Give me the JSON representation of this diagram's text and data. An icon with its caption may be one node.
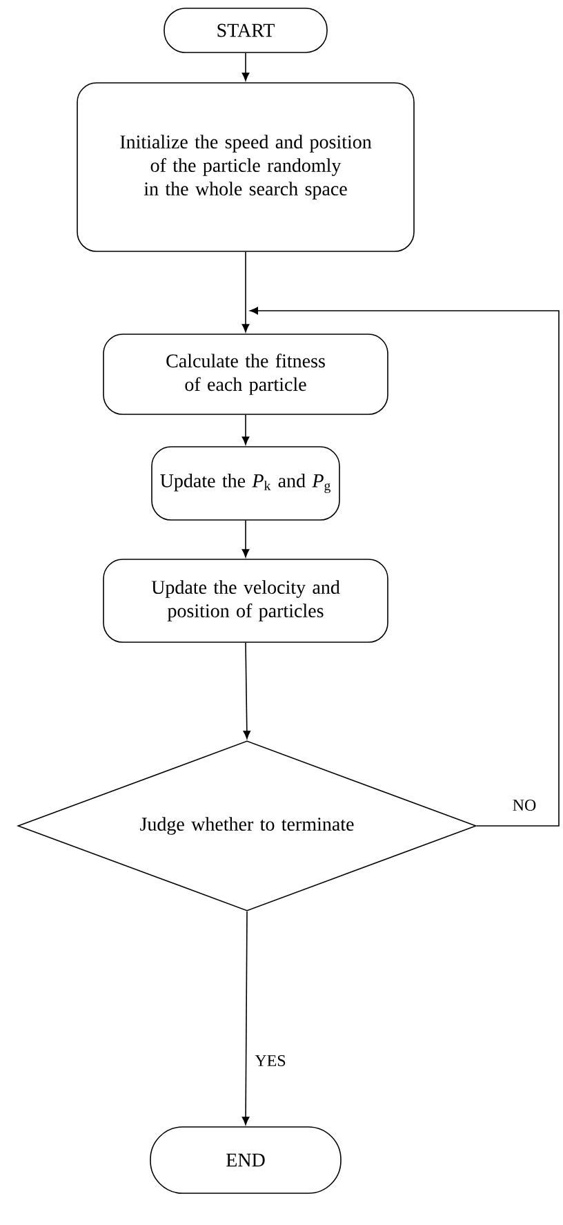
{
  "diagram": {
    "nodes": [
      {
        "text": [
          "START"
        ]
      },
      {
        "text": [
          "Initialize the speed and position of the particle randomly in the whole search space"
        ]
      },
      {
        "text": [
          "Calculate the fitness of each particle"
        ]
      },
      {
        "text": [
          "Update the *P*$_{k}$ and *P*$_{g}$"
        ]
      },
      {
        "text": [
          "Update the velocity and position of particles"
        ]
      },
      {
        "text": [
          "Judge whether to terminate"
        ]
      },
      {
        "text": [
          "END"
        ]
      }
    ],
    "edges": [
      {
        "from": 0,
        "to": 1,
        "arrow": "to"
      },
      {
        "from": 1,
        "to": 2,
        "arrow": "to"
      },
      {
        "from": 2,
        "to": 3,
        "arrow": "to"
      },
      {
        "from": 3,
        "to": 4,
        "arrow": "to"
      },
      {
        "from": 4,
        "to": 5,
        "arrow": "to"
      },
      {
        "from": 5,
        "to": 6,
        "arrow": "to",
        "label": "YES"
      },
      {
        "from": 5,
        "to": 2,
        "arrow": "to",
        "label": "NO"
      }
    ]
  }
}
